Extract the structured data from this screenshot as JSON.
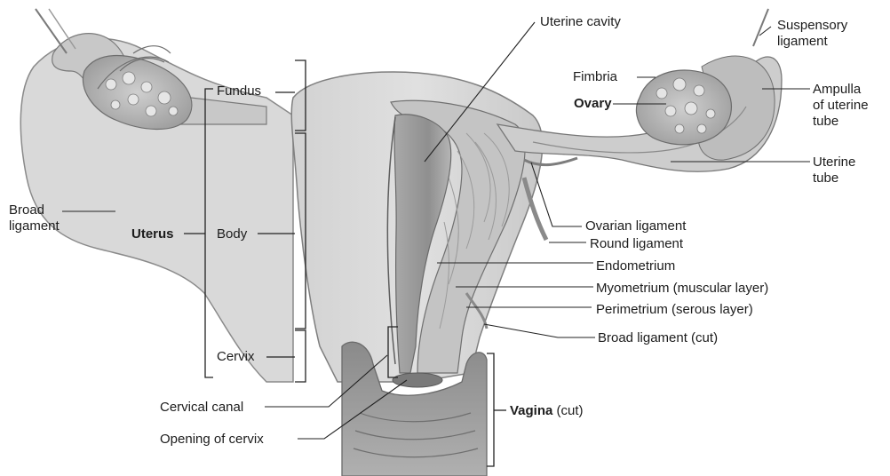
{
  "labels": {
    "uterine_cavity": "Uterine cavity",
    "suspensory_ligament": "Suspensory\nligament",
    "fimbria": "Fimbria",
    "ovary": "Ovary",
    "ampulla": "Ampulla\nof uterine\ntube",
    "uterine_tube": "Uterine\ntube",
    "broad_ligament": "Broad\nligament",
    "fundus": "Fundus",
    "uterus": "Uterus",
    "body": "Body",
    "cervix": "Cervix",
    "ovarian_ligament": "Ovarian ligament",
    "round_ligament": "Round ligament",
    "endometrium": "Endometrium",
    "myometrium": "Myometrium (muscular layer)",
    "perimetrium": "Perimetrium (serous layer)",
    "broad_ligament_cut": "Broad ligament (cut)",
    "cervical_canal": "Cervical canal",
    "opening_of_cervix": "Opening of cervix",
    "vagina_bold": "Vagina",
    "vagina_rest": " (cut)"
  }
}
